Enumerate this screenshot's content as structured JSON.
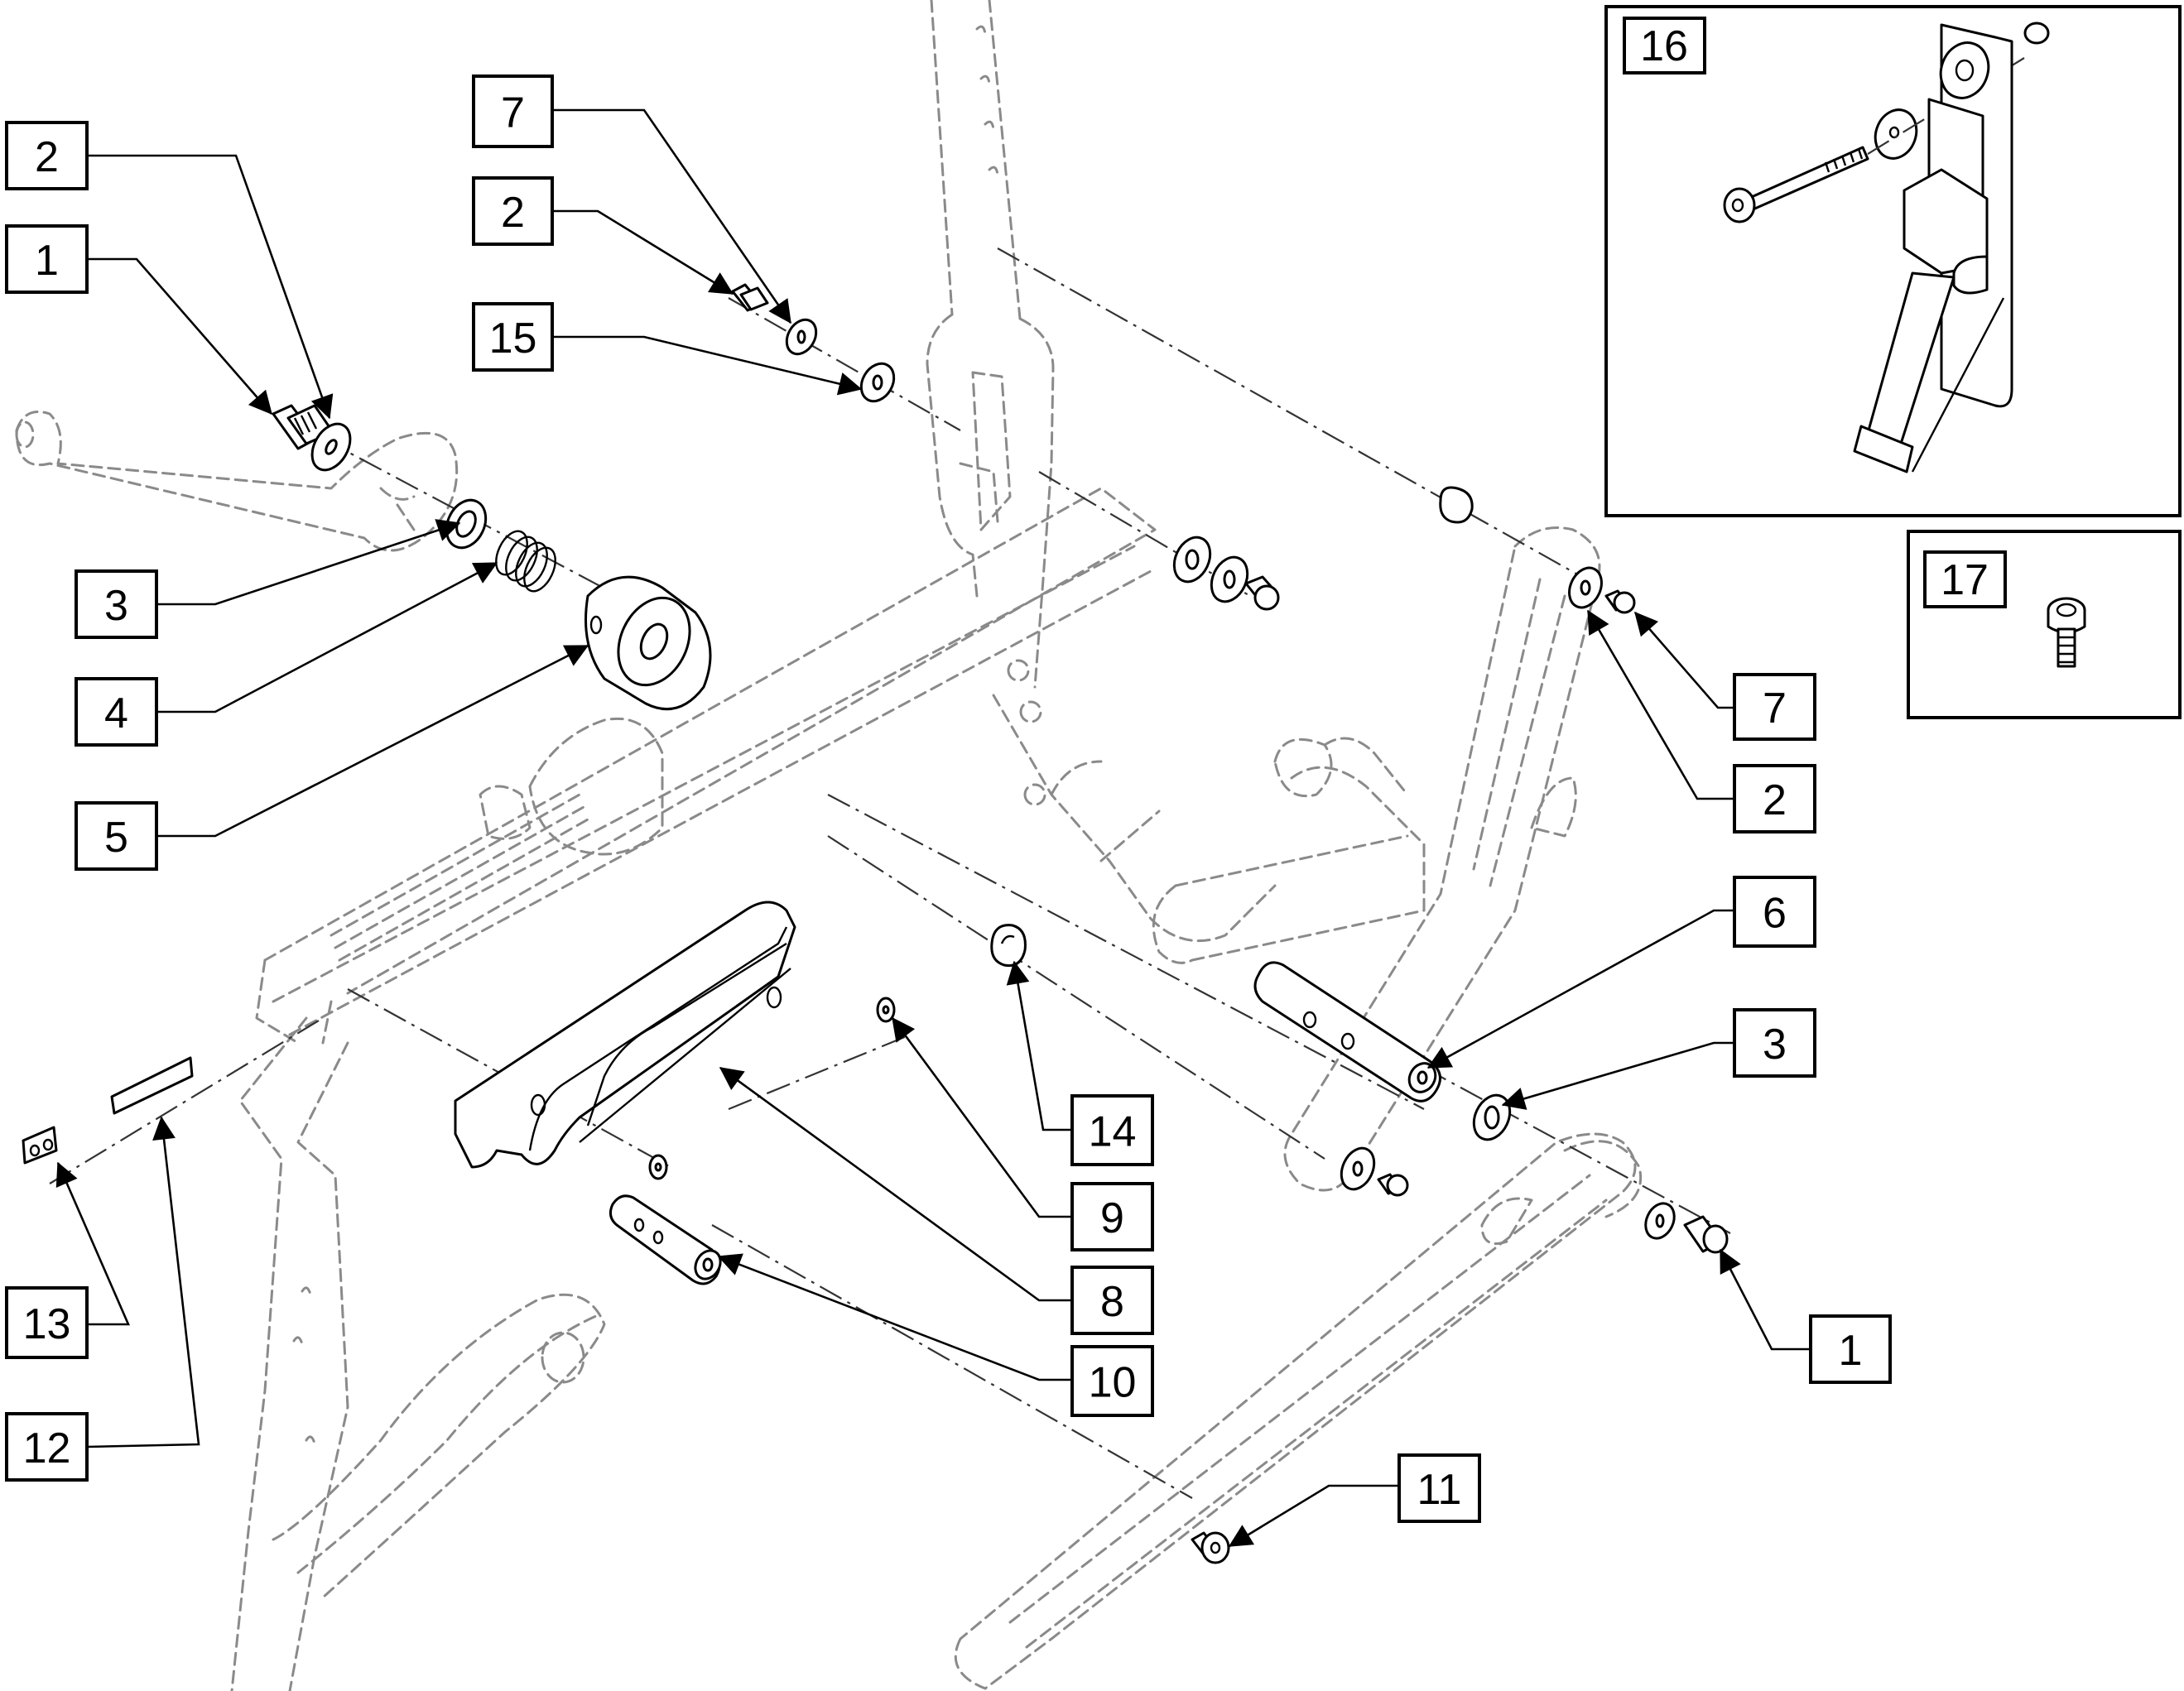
{
  "diagram": {
    "type": "exploded-parts-diagram",
    "subject": "seat frame pivot / axle assembly",
    "line_colors": {
      "part": "#000000",
      "ghost_frame": "#8a8a8a",
      "background": "#ffffff"
    },
    "callouts": [
      {
        "id": "c-2a",
        "label": "2"
      },
      {
        "id": "c-1a",
        "label": "1"
      },
      {
        "id": "c-3a",
        "label": "3"
      },
      {
        "id": "c-4",
        "label": "4"
      },
      {
        "id": "c-5",
        "label": "5"
      },
      {
        "id": "c-7a",
        "label": "7"
      },
      {
        "id": "c-2b",
        "label": "2"
      },
      {
        "id": "c-15",
        "label": "15"
      },
      {
        "id": "c-16",
        "label": "16"
      },
      {
        "id": "c-17",
        "label": "17"
      },
      {
        "id": "c-7b",
        "label": "7"
      },
      {
        "id": "c-2c",
        "label": "2"
      },
      {
        "id": "c-6",
        "label": "6"
      },
      {
        "id": "c-3b",
        "label": "3"
      },
      {
        "id": "c-14",
        "label": "14"
      },
      {
        "id": "c-9",
        "label": "9"
      },
      {
        "id": "c-8",
        "label": "8"
      },
      {
        "id": "c-10",
        "label": "10"
      },
      {
        "id": "c-1b",
        "label": "1"
      },
      {
        "id": "c-11",
        "label": "11"
      },
      {
        "id": "c-13",
        "label": "13"
      },
      {
        "id": "c-12",
        "label": "12"
      }
    ],
    "insets": [
      {
        "id": "inset-16",
        "label": "16",
        "content": "strap buckle with long bolt, washer and spacer"
      },
      {
        "id": "inset-17",
        "label": "17",
        "content": "screw"
      }
    ]
  }
}
